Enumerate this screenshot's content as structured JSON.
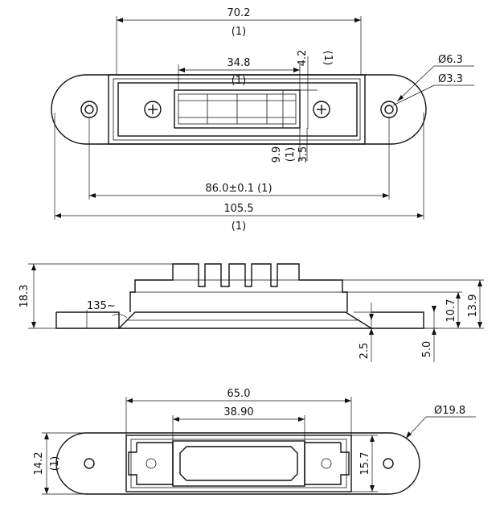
{
  "top_view": {
    "dim_width": "70.2",
    "dim_width_note": "(1)",
    "dim_window": "34.8",
    "dim_window_note": "(1)",
    "dim_offset": "4.2",
    "dim_offset_note": "(1)",
    "dim_hole_outer": "Ø6.3",
    "dim_hole_inner": "Ø3.3",
    "dim_height": "9.9",
    "dim_height_note": "(1)",
    "dim_step": "3.5",
    "dim_pitch": "86.0±0.1 (1)",
    "dim_overall": "105.5",
    "dim_overall_note": "(1)"
  },
  "side_view": {
    "dim_total_height": "18.3",
    "dim_angle": "135~",
    "dim_10_7": "10.7",
    "dim_13_9": "13.9",
    "dim_2_5": "2.5",
    "dim_5_0": "5.0"
  },
  "bottom_view": {
    "dim_width": "65.0",
    "dim_window": "38.90",
    "dim_radius": "Ø19.8",
    "dim_height_left": "14.2",
    "dim_height_left_note": "(1)",
    "dim_height_right": "15.7"
  }
}
